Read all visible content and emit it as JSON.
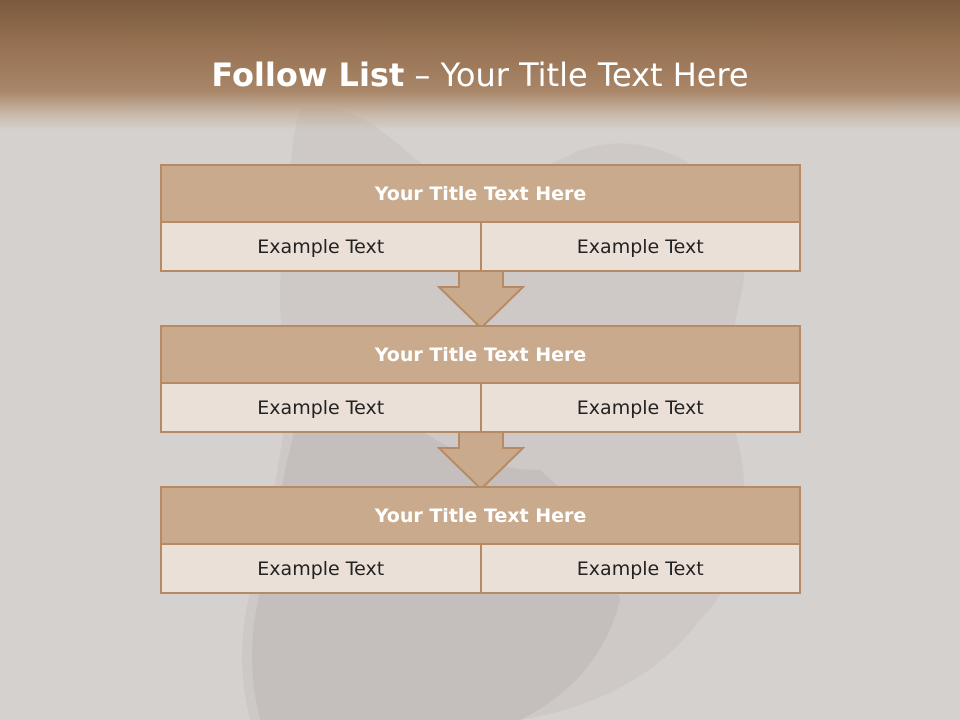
{
  "slide": {
    "title_bold": "Follow List",
    "title_separator": " – ",
    "title_rest": "Your Title Text Here"
  },
  "blocks": [
    {
      "title": "Your Title Text Here",
      "left": "Example Text",
      "right": "Example Text"
    },
    {
      "title": "Your Title Text Here",
      "left": "Example Text",
      "right": "Example Text"
    },
    {
      "title": "Your Title Text Here",
      "left": "Example Text",
      "right": "Example Text"
    }
  ],
  "colors": {
    "header_brown": "#7a5a3e",
    "block_title_fill": "#c9aa8d",
    "block_cell_fill": "#ebe0d8",
    "block_border": "#b68a64",
    "background": "#d4d1cf"
  }
}
